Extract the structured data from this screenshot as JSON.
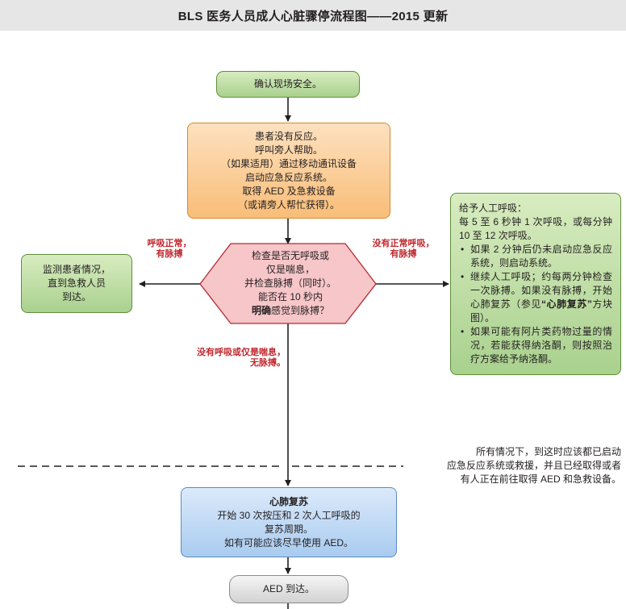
{
  "header": {
    "title": "BLS 医务人员成人心脏骤停流程图——2015 更新"
  },
  "boxes": {
    "scene_safety": "确认现场安全。",
    "unresponsive": [
      "患者没有反应。",
      "呼叫旁人帮助。",
      "（如果适用）通过移动通讯设备",
      "启动应急反应系统。",
      "取得 AED 及急救设备",
      "（或请旁人帮忙获得）。"
    ],
    "check": {
      "lines": [
        "检查是否无呼吸或",
        "仅是喘息，",
        "并检查脉搏（同时）。",
        "能否在 10 秒内"
      ],
      "bold": "明确",
      "tail": "感觉到脉搏？"
    },
    "monitor": [
      "监测患者情况，",
      "直到急救人员",
      "到达。"
    ],
    "rescue_breathing": {
      "title": "给予人工呼吸：",
      "rate": "每 5 至 6 秒钟 1 次呼吸，或每分钟 10 至 12 次呼吸。",
      "bullet1": "如果 2 分钟后仍未启动应急反应系统，则启动系统。",
      "bullet2_pre": "继续人工呼吸；约每两分钟检查一次脉搏。如果没有脉搏，开始心肺复苏（参见",
      "bullet2_bold": "“心肺复苏”",
      "bullet2_post": "方块图）。",
      "bullet3": "如果可能有阿片类药物过量的情况，若能获得纳洛酮，则按照治疗方案给予纳洛酮。"
    },
    "cpr": {
      "title": "心肺复苏",
      "lines": [
        "开始 30 次按压和 2 次人工呼吸的",
        "复苏周期。",
        "如有可能应该尽早使用 AED。"
      ]
    },
    "aed": "AED 到达。"
  },
  "labels": {
    "left": [
      "呼吸正常，",
      "有脉搏"
    ],
    "right": [
      "没有正常呼吸，",
      "有脉搏"
    ],
    "down": [
      "没有呼吸或仅是喘息，",
      "无脉搏。"
    ]
  },
  "note": [
    "所有情况下，到这时应该都已启动",
    "应急反应系统或救援，并且已经取得或者",
    "有人正在前往取得 AED 和急救设备。"
  ],
  "colors": {
    "green_border": "#5f8f3a",
    "orange_border": "#d68a31",
    "decision_fill": "#f7c6c9",
    "decision_border": "#b22b33",
    "blue_border": "#5b8cc4",
    "label_red": "#c1272d"
  }
}
